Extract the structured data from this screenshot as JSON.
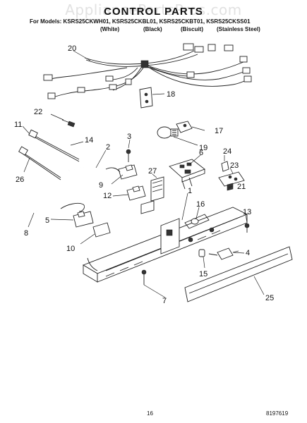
{
  "watermark": "AppliancePartsPros.com",
  "title": "CONTROL PARTS",
  "models_line": "For Models: KSRS25CKWH01, KSRS25CKBL01, KSRS25CKBT01, KSRS25CKSS01",
  "colors": [
    "(White)",
    "(Black)",
    "(Biscuit)",
    "(Stainless Steel)"
  ],
  "callouts": [
    "20",
    "18",
    "22",
    "11",
    "17",
    "3",
    "14",
    "19",
    "2",
    "6",
    "24",
    "26",
    "27",
    "23",
    "9",
    "12",
    "21",
    "1",
    "16",
    "13",
    "5",
    "8",
    "10",
    "4",
    "15",
    "7",
    "25"
  ],
  "page_number": "16",
  "doc_number": "8197619"
}
